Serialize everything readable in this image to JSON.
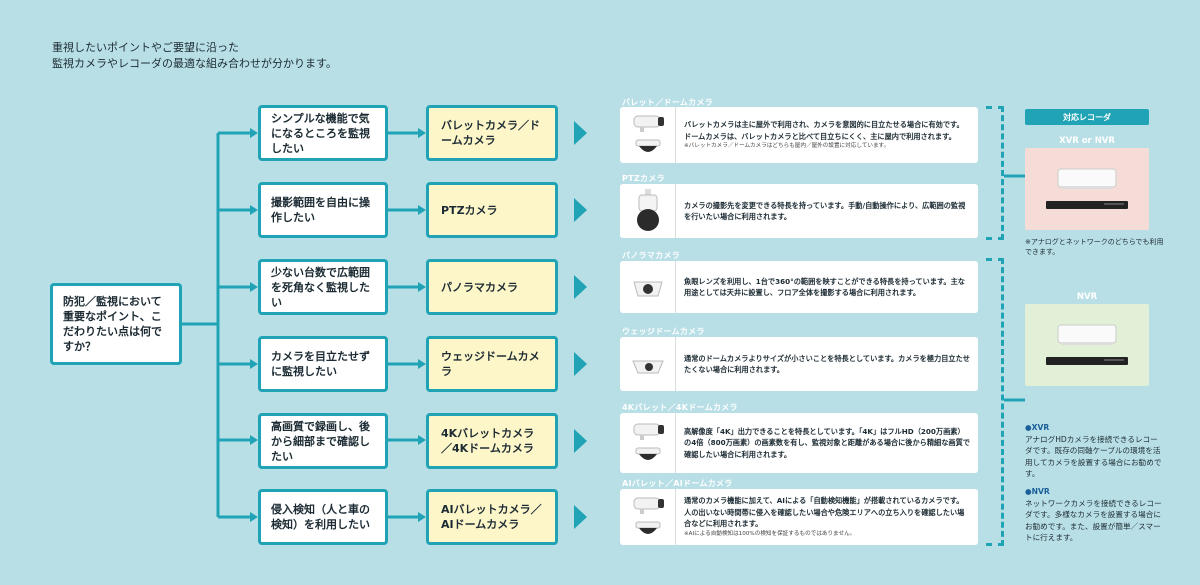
{
  "intro": {
    "line1": "重視したいポイントやご要望に沿った",
    "line2": "監視カメラやレコーダの最適な組み合わせが分かります。"
  },
  "question": "防犯／監視において重要なポイント、こだわりたい点は何ですか？",
  "rows": [
    {
      "need": "シンプルな機能で気になるところを監視したい",
      "camera": "バレットカメラ／ドームカメラ",
      "detail_title": "バレット／ドームカメラ",
      "detail_text": "バレットカメラは主に屋外で利用され、カメラを意図的に目立たせる場合に有効です。ドームカメラは、バレットカメラと比べて目立ちにくく、主に屋内で利用されます。",
      "detail_note": "※バレットカメラ／ドームカメラはどちらも屋内／屋外の設置に対応しています。",
      "icons": [
        "bullet-camera-icon",
        "dome-camera-icon"
      ]
    },
    {
      "need": "撮影範囲を自由に操作したい",
      "camera": "PTZカメラ",
      "detail_title": "PTZカメラ",
      "detail_text": "カメラの撮影先を変更できる特長を持っています。手動/自動操作により、広範囲の監視を行いたい場合に利用されます。",
      "detail_note": "",
      "icons": [
        "ptz-camera-icon"
      ]
    },
    {
      "need": "少ない台数で広範囲を死角なく監視したい",
      "camera": "パノラマカメラ",
      "detail_title": "パノラマカメラ",
      "detail_text": "魚眼レンズを利用し、1台で360°の範囲を映すことができる特長を持っています。主な用途としては天井に設置し、フロア全体を撮影する場合に利用されます。",
      "detail_note": "",
      "icons": [
        "panorama-camera-icon"
      ]
    },
    {
      "need": "カメラを目立たせずに監視したい",
      "camera": "ウェッジドームカメラ",
      "detail_title": "ウェッジドームカメラ",
      "detail_text": "通常のドームカメラよりサイズが小さいことを特長としています。カメラを極力目立たせたくない場合に利用されます。",
      "detail_note": "",
      "icons": [
        "wedge-dome-camera-icon"
      ]
    },
    {
      "need": "高画質で録画し、後から細部まで確認したい",
      "camera": "4Kバレットカメラ／4Kドームカメラ",
      "detail_title": "4Kバレット／4Kドームカメラ",
      "detail_text": "高解像度「4K」出力できることを特長としています。「4K」はフルHD（200万画素）の4倍（800万画素）の画素数を有し、監視対象と距離がある場合に後から精細な画質で確認したい場合に利用されます。",
      "detail_note": "",
      "icons": [
        "bullet-camera-icon",
        "dome-camera-icon"
      ]
    },
    {
      "need": "侵入検知（人と車の検知）を利用したい",
      "camera": "AIバレットカメラ／AIドームカメラ",
      "detail_title": "AIバレット／AIドームカメラ",
      "detail_text": "通常のカメラ機能に加えて、AIによる「自動検知機能」が搭載されているカメラです。人の出いない時間帯に侵入を確認したい場合や危険エリアへの立ち入りを確認したい場合などに利用されます。",
      "detail_note": "※AIによる自動検知は100%の検知を保証するものではありません。",
      "icons": [
        "bullet-camera-icon",
        "dome-camera-icon"
      ]
    }
  ],
  "recorder": {
    "badge": "対応レコーダ",
    "group1_title": "XVR or NVR",
    "group1_note": "※アナログとネットワークのどちらでも利用できます。",
    "group2_title": "NVR"
  },
  "legend": {
    "xvr_head": "●XVR",
    "xvr_text": "アナログHDカメラを接続できるレコーダです。既存の同軸ケーブルの環境を活用してカメラを設置する場合にお勧めです。",
    "nvr_head": "●NVR",
    "nvr_text": "ネットワークカメラを接続できるレコーダです。多様なカメラを設置する場合にお勧めです。また、設置が簡単／スマートに行えます。"
  },
  "colors": {
    "background": "#b9dfe6",
    "accent": "#1fa3b5",
    "camera_box": "#fdf6c9",
    "xvr_card": "#f6dcd6",
    "nvr_card": "#e1f0d6"
  }
}
